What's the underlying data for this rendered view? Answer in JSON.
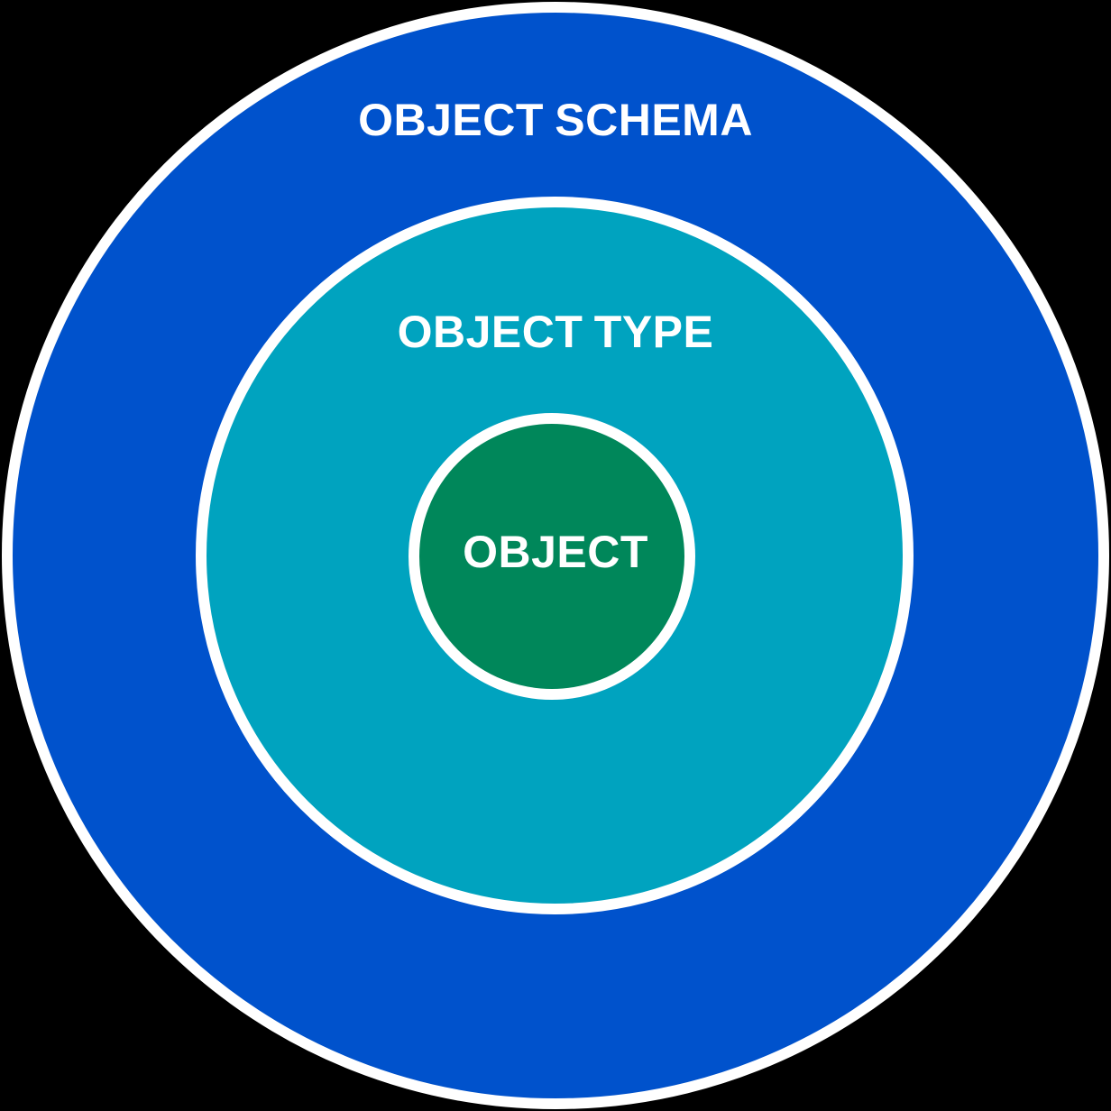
{
  "diagram": {
    "title": "Object schema concentric diagram",
    "background_color": "#000000",
    "ring_border_color": "#FFFFFF",
    "text_color": "#FFFFFF",
    "rings": [
      {
        "id": "object-schema",
        "label": "OBJECT SCHEMA",
        "fill": "#0052CC",
        "level": 1
      },
      {
        "id": "object-type",
        "label": "OBJECT TYPE",
        "fill": "#00A3BF",
        "level": 2
      },
      {
        "id": "object",
        "label": "OBJECT",
        "fill": "#00875A",
        "level": 3
      }
    ]
  }
}
